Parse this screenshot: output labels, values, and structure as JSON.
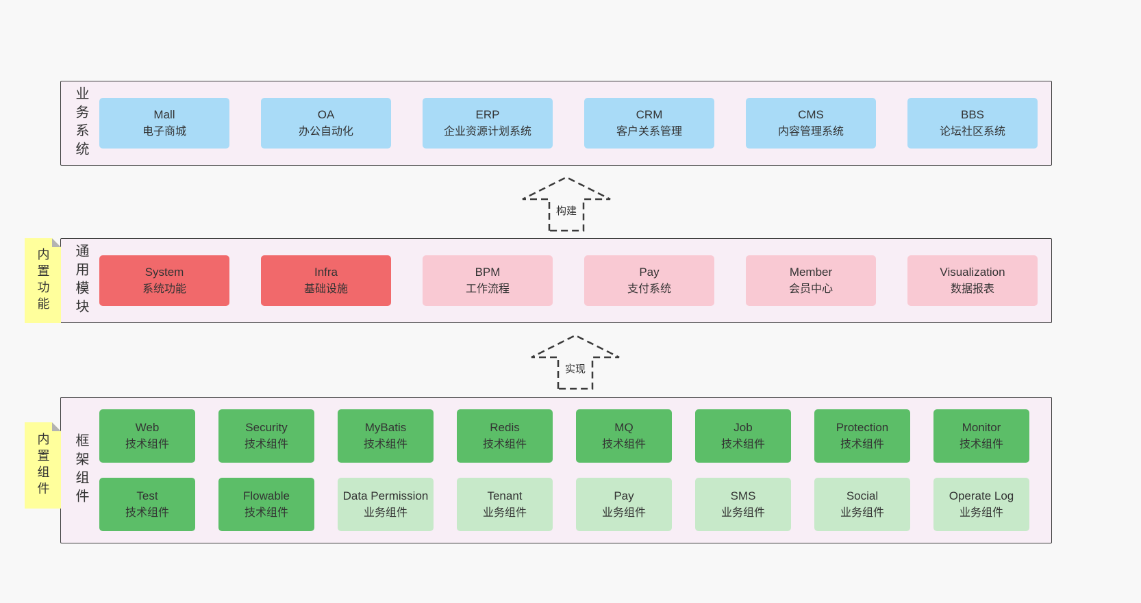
{
  "colors": {
    "page_bg": "#f8f8f8",
    "band_bg": "#f8eef6",
    "band_border": "#3a3a3a",
    "blue": "#a9dbf7",
    "red": "#f1696b",
    "pink": "#f9c9d3",
    "green": "#5cbe68",
    "light_green": "#c7e9c9",
    "sticky_yellow": "#ffff9c",
    "text": "#333333"
  },
  "arrows": {
    "build_label": "构建",
    "implement_label": "实现"
  },
  "business_band": {
    "label": "业务系统",
    "boxes": [
      {
        "title": "Mall",
        "subtitle": "电子商城"
      },
      {
        "title": "OA",
        "subtitle": "办公自动化"
      },
      {
        "title": "ERP",
        "subtitle": "企业资源计划系统"
      },
      {
        "title": "CRM",
        "subtitle": "客户关系管理"
      },
      {
        "title": "CMS",
        "subtitle": "内容管理系统"
      },
      {
        "title": "BBS",
        "subtitle": "论坛社区系统"
      }
    ]
  },
  "module_band": {
    "label": "通用模块",
    "sticky_label": "内置功能",
    "boxes": [
      {
        "title": "System",
        "subtitle": "系统功能"
      },
      {
        "title": "Infra",
        "subtitle": "基础设施"
      },
      {
        "title": "BPM",
        "subtitle": "工作流程"
      },
      {
        "title": "Pay",
        "subtitle": "支付系统"
      },
      {
        "title": "Member",
        "subtitle": "会员中心"
      },
      {
        "title": "Visualization",
        "subtitle": "数据报表"
      }
    ]
  },
  "component_band": {
    "label": "框架组件",
    "sticky_label": "内置组件",
    "row1": [
      {
        "title": "Web",
        "subtitle": "技术组件"
      },
      {
        "title": "Security",
        "subtitle": "技术组件"
      },
      {
        "title": "MyBatis",
        "subtitle": "技术组件"
      },
      {
        "title": "Redis",
        "subtitle": "技术组件"
      },
      {
        "title": "MQ",
        "subtitle": "技术组件"
      },
      {
        "title": "Job",
        "subtitle": "技术组件"
      },
      {
        "title": "Protection",
        "subtitle": "技术组件"
      },
      {
        "title": "Monitor",
        "subtitle": "技术组件"
      }
    ],
    "row2": [
      {
        "title": "Test",
        "subtitle": "技术组件"
      },
      {
        "title": "Flowable",
        "subtitle": "技术组件"
      },
      {
        "title": "Data Permission",
        "subtitle": "业务组件"
      },
      {
        "title": "Tenant",
        "subtitle": "业务组件"
      },
      {
        "title": "Pay",
        "subtitle": "业务组件"
      },
      {
        "title": "SMS",
        "subtitle": "业务组件"
      },
      {
        "title": "Social",
        "subtitle": "业务组件"
      },
      {
        "title": "Operate Log",
        "subtitle": "业务组件"
      }
    ]
  }
}
